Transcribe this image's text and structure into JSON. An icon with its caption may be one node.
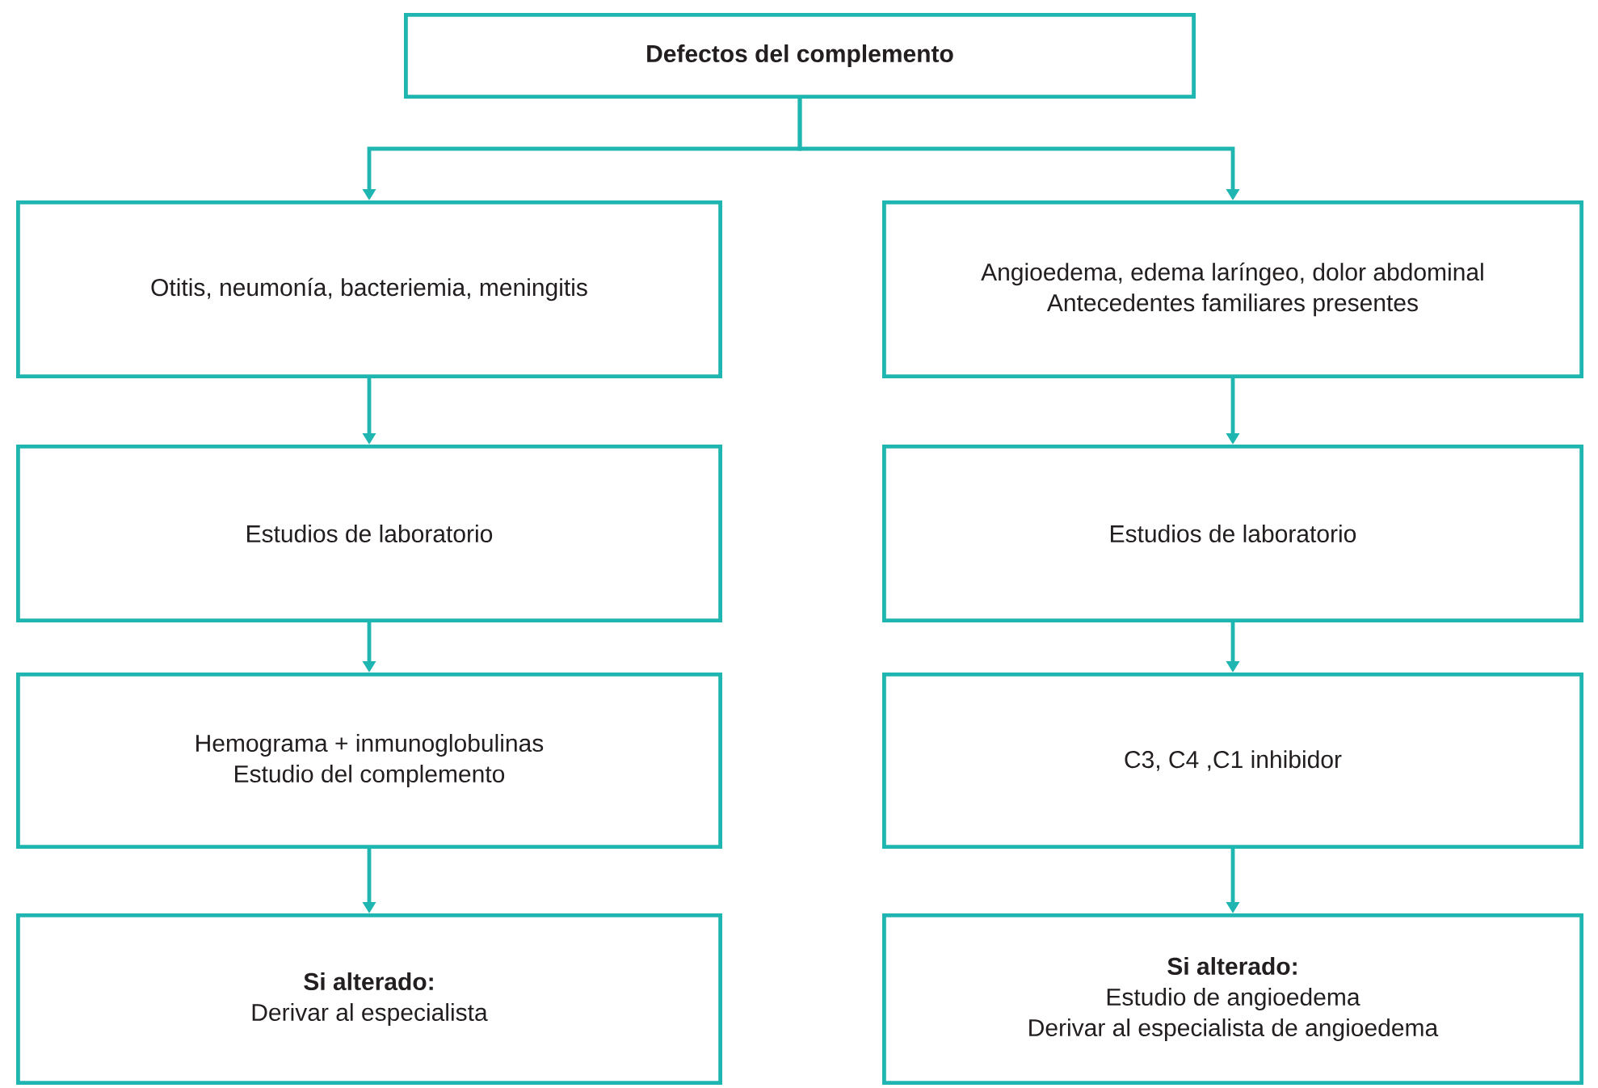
{
  "diagram": {
    "nodes": [
      {
        "text": [
          "Defectos del complemento"
        ]
      },
      {
        "text": [
          "Otitis, neumonía, bacteriemia, meningitis"
        ]
      },
      {
        "text": [
          "Angioedema, edema laríngeo, dolor abdominal",
          "Antecedentes familiares presentes"
        ]
      },
      {
        "text": [
          "Estudios de laboratorio"
        ]
      },
      {
        "text": [
          "Estudios de laboratorio"
        ]
      },
      {
        "text": [
          "Hemograma + inmunoglobulinas",
          "Estudio del complemento"
        ]
      },
      {
        "text": [
          "C3, C4 ,C1 inhibidor"
        ]
      },
      {
        "text": [
          "Si alterado:",
          "Derivar al especialista"
        ]
      },
      {
        "text": [
          "Si alterado:",
          "Estudio de  angioedema",
          "Derivar  al especialista de angioedema"
        ]
      }
    ],
    "edges": [
      {
        "from": 0,
        "to": 1,
        "arrow": "to"
      },
      {
        "from": 0,
        "to": 2,
        "arrow": "to"
      },
      {
        "from": 1,
        "to": 3,
        "arrow": "to"
      },
      {
        "from": 2,
        "to": 4,
        "arrow": "to"
      },
      {
        "from": 3,
        "to": 5,
        "arrow": "to"
      },
      {
        "from": 4,
        "to": 6,
        "arrow": "to"
      },
      {
        "from": 5,
        "to": 7,
        "arrow": "to"
      },
      {
        "from": 6,
        "to": 8,
        "arrow": "to"
      }
    ]
  }
}
